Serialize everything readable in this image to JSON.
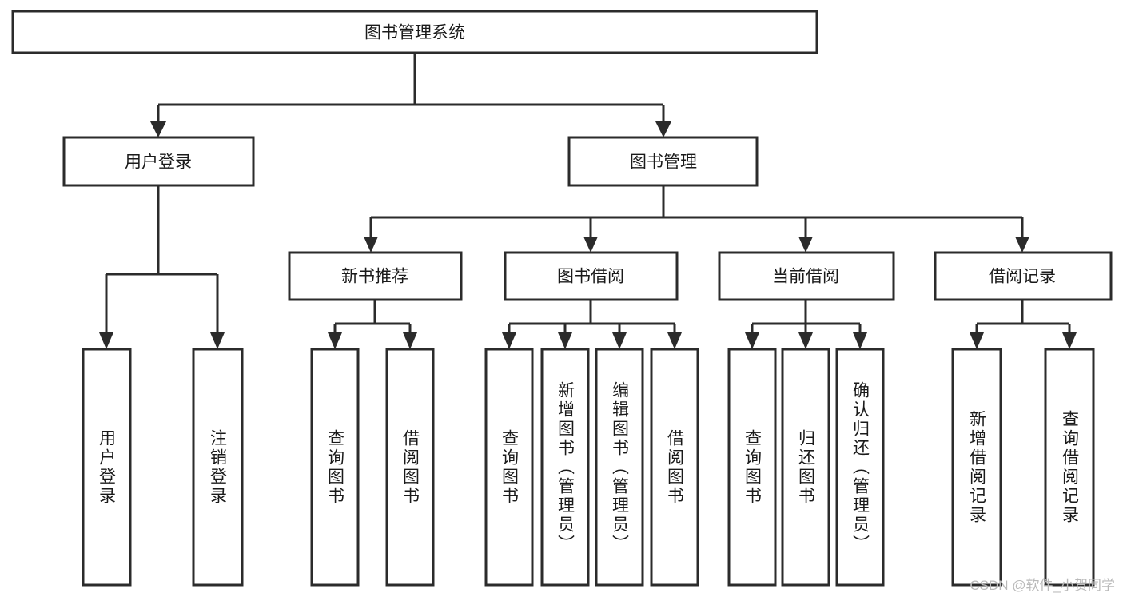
{
  "diagram": {
    "type": "tree-hierarchy-flowchart",
    "title": "图书管理系统",
    "watermark": "CSDN @软件_小贺同学",
    "colors": {
      "background": "#ffffff",
      "box_fill": "#ffffff",
      "box_stroke": "#2b2b2b",
      "connector": "#2b2b2b",
      "text": "#1a1a1a",
      "watermark": "#b9b9b9"
    },
    "levels": {
      "root": {
        "label": "图书管理系统"
      },
      "level2": [
        {
          "label": "用户登录"
        },
        {
          "label": "图书管理"
        }
      ],
      "level3": [
        {
          "label": "新书推荐"
        },
        {
          "label": "图书借阅"
        },
        {
          "label": "当前借阅"
        },
        {
          "label": "借阅记录"
        }
      ],
      "leaves": {
        "user_login": [
          {
            "label": "用户登录"
          },
          {
            "label": "注销登录"
          }
        ],
        "new_book_recommend": [
          {
            "label": "查询图书"
          },
          {
            "label": "借阅图书"
          }
        ],
        "book_borrow": [
          {
            "label": "查询图书"
          },
          {
            "label": "新增图书（管理员）"
          },
          {
            "label": "编辑图书（管理员）"
          },
          {
            "label": "借阅图书"
          }
        ],
        "current_borrow": [
          {
            "label": "查询图书"
          },
          {
            "label": "归还图书"
          },
          {
            "label": "确认归还（管理员）"
          }
        ],
        "borrow_record": [
          {
            "label": "新增借阅记录"
          },
          {
            "label": "查询借阅记录"
          }
        ]
      }
    }
  }
}
